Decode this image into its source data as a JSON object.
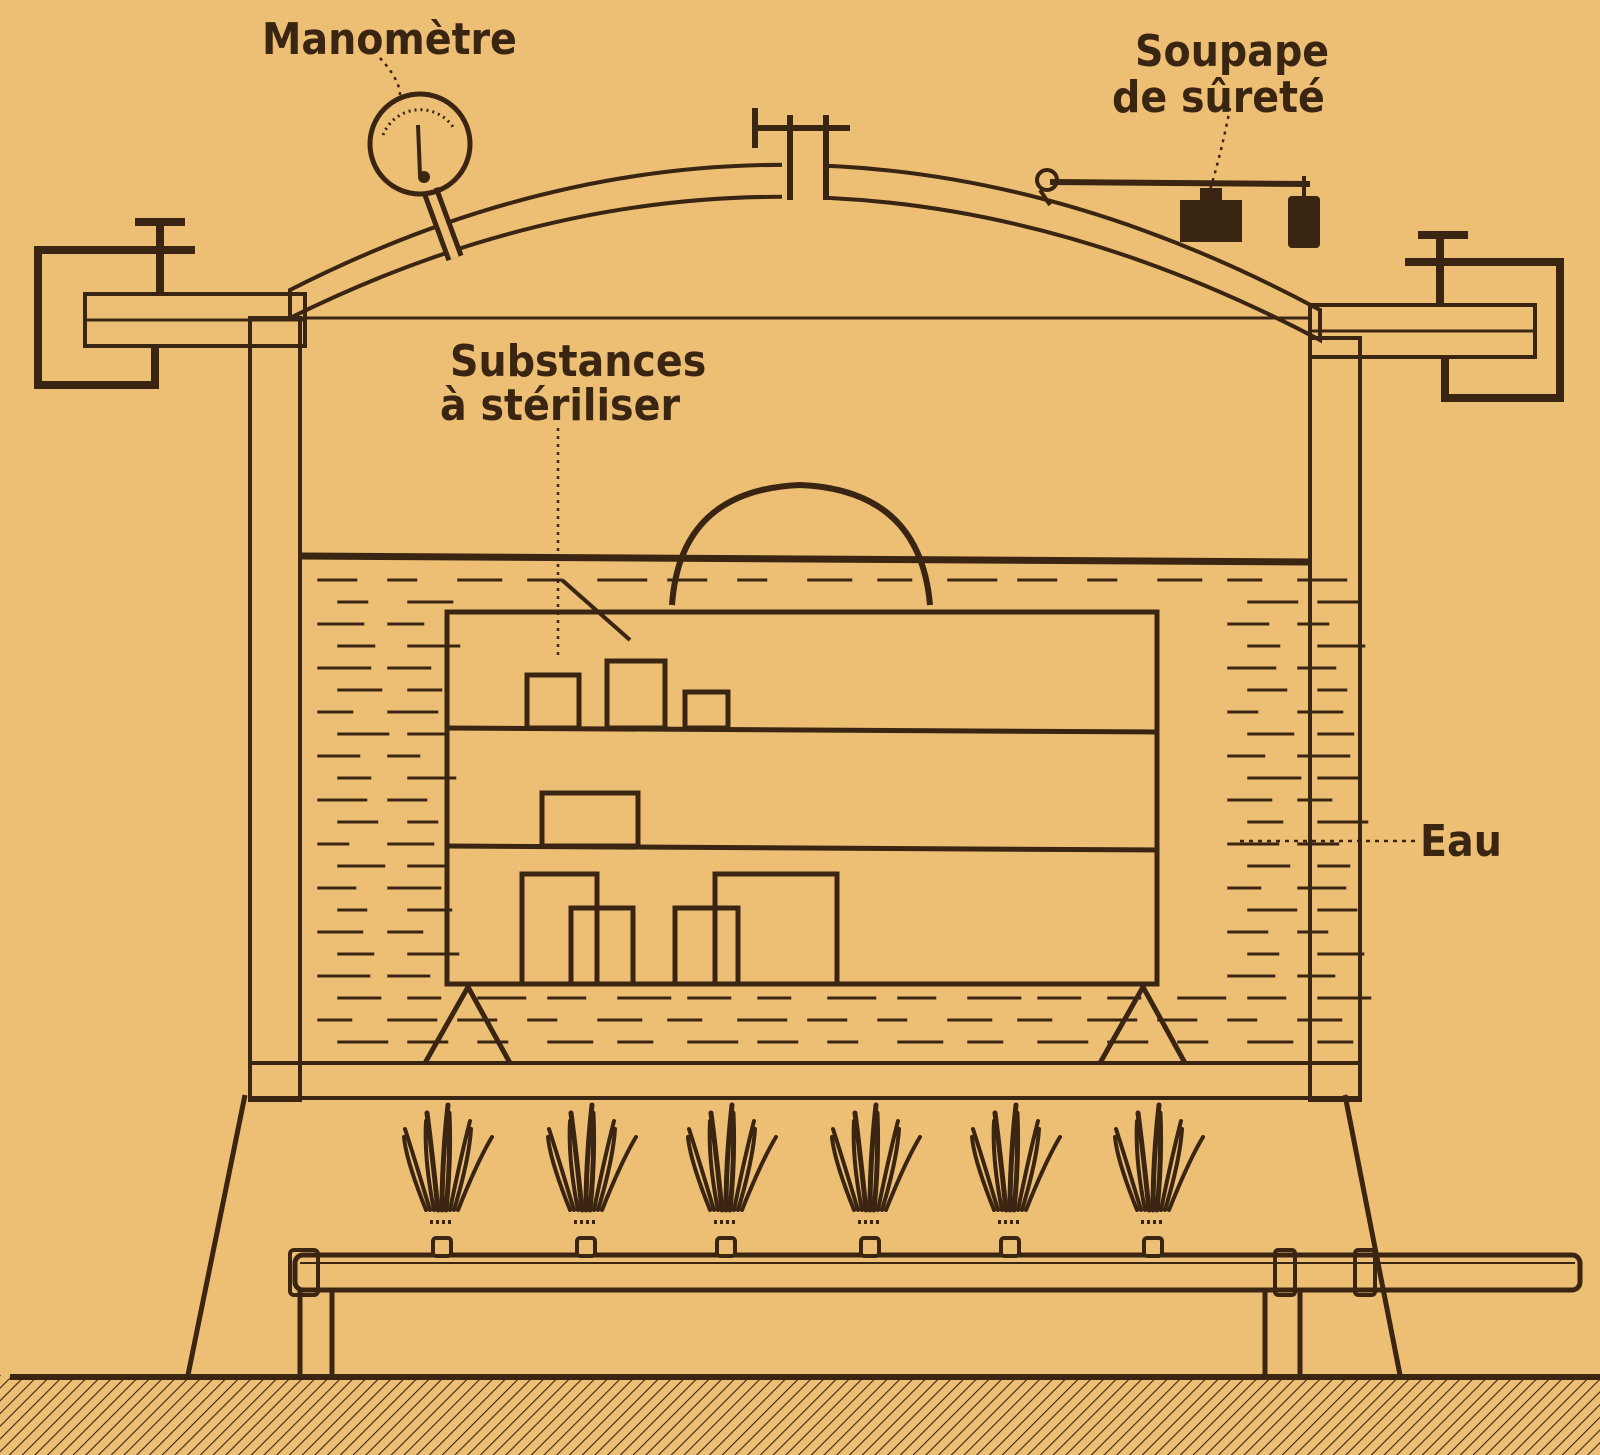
{
  "labels": {
    "manometre": "Manomètre",
    "soupape_line1": "Soupape",
    "soupape_line2": "de sûreté",
    "substances_line1": "Substances",
    "substances_line2": "à stériliser",
    "eau": "Eau"
  },
  "colors": {
    "paper": "#edbf75",
    "ink": "#3a2412"
  }
}
